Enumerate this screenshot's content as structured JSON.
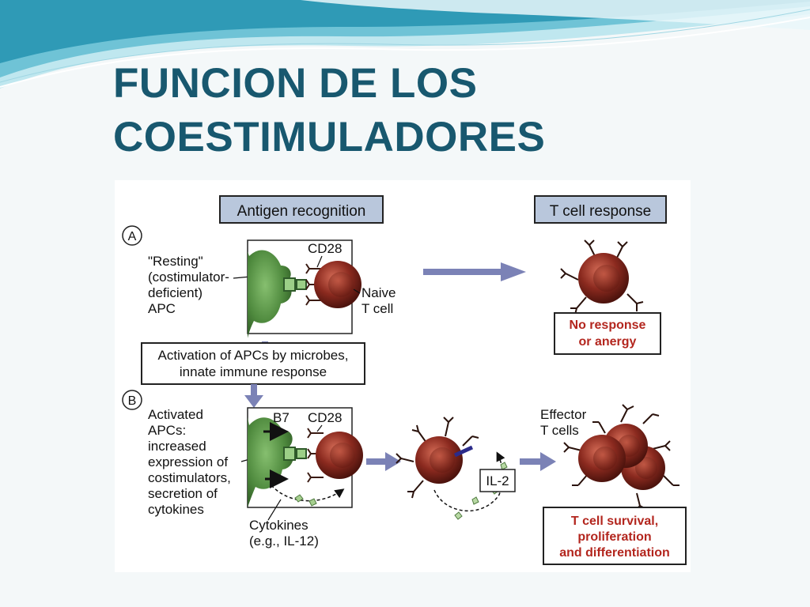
{
  "slide": {
    "title_line1": "FUNCION DE LOS",
    "title_line2": "COESTIMULADORES"
  },
  "figure": {
    "headers": {
      "antigen_recognition": "Antigen recognition",
      "t_cell_response": "T cell response"
    },
    "panel_a": {
      "letter": "A",
      "cd28": "CD28",
      "apc_label": [
        "\"Resting\"",
        "(costimulator-",
        "deficient)",
        "APC"
      ],
      "naive_label": [
        "Naive",
        "T cell"
      ],
      "outcome": [
        "No response",
        "or anergy"
      ]
    },
    "activation_box": [
      "Activation of APCs by microbes,",
      "innate immune response"
    ],
    "panel_b": {
      "letter": "B",
      "b7": "B7",
      "cd28": "CD28",
      "apc_label": [
        "Activated",
        "APCs:",
        "increased",
        "expression of",
        "costimulators,",
        "secretion of",
        "cytokines"
      ],
      "cytokines_label": [
        "Cytokines",
        "(e.g., IL-12)"
      ],
      "il2": "IL-2",
      "effector_label": [
        "Effector",
        "T cells"
      ],
      "outcome": [
        "T cell survival,",
        "proliferation",
        "and differentiation"
      ]
    },
    "colors": {
      "apc": "#4f8a3e",
      "t_cell": "#8b2a1f",
      "arrow": "#7b82b6",
      "header_fill": "#b9c7dc",
      "outcome_text": "#b3261e"
    }
  }
}
